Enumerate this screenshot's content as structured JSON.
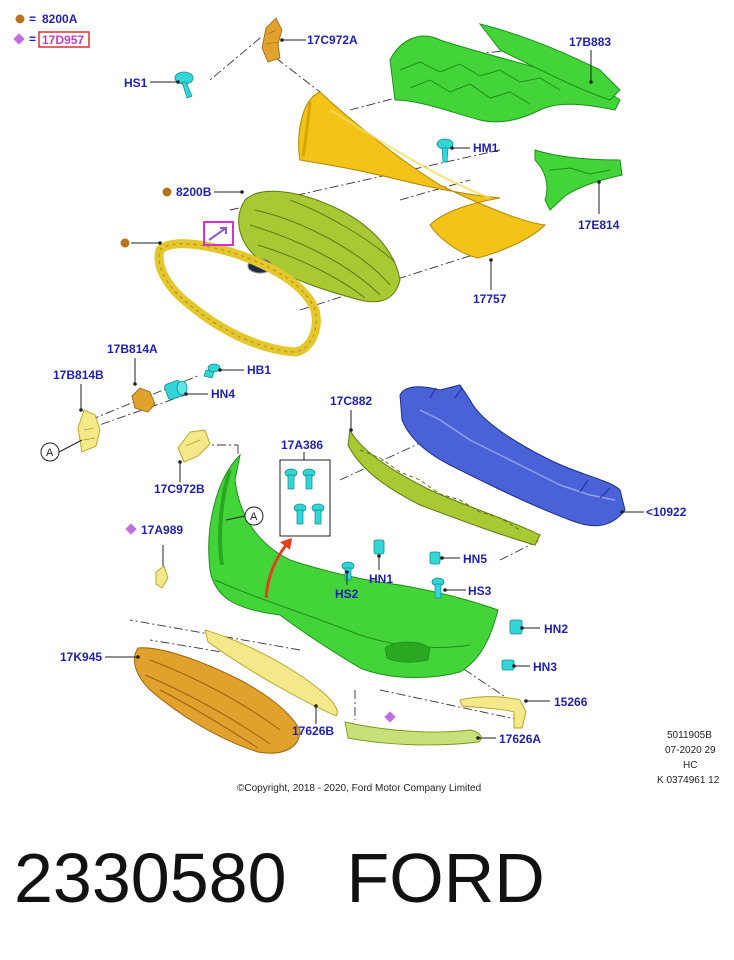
{
  "legend": [
    {
      "symbol": "brown-dot",
      "eq": "=",
      "code": "8200A",
      "color": "#b8731c"
    },
    {
      "symbol": "purple-diamond",
      "eq": "=",
      "code": "17D957",
      "color": "#c06ee0",
      "boxed": true
    }
  ],
  "parts": {
    "p17C972A": "17C972A",
    "p17B883": "17B883",
    "pHS1": "HS1",
    "pHM1": "HM1",
    "p8200B": "8200B",
    "p17E814": "17E814",
    "p17757": "17757",
    "p17B814A": "17B814A",
    "p17B814B": "17B814B",
    "pHB1": "HB1",
    "pHN4": "HN4",
    "p17C882": "17C882",
    "p17A386": "17A386",
    "p17C972B": "17C972B",
    "p10922": "<10922",
    "p17A989": "17A989",
    "pHN5": "HN5",
    "pHN1": "HN1",
    "pHS3": "HS3",
    "pHS2": "HS2",
    "pHN2": "HN2",
    "pHN3": "HN3",
    "p17K945": "17K945",
    "p15266": "15266",
    "p17626B": "17626B",
    "p17626A": "17626A"
  },
  "callouts": {
    "a1": "A",
    "a2": "A"
  },
  "meta": {
    "line1": "5011905B",
    "line2": "07-2020 29",
    "line3": "HC",
    "line4": "K 0374961 12"
  },
  "copyright": "©Copyright, 2018 - 2020, Ford Motor Company Limited",
  "footer": {
    "part_number": "2330580",
    "brand": "FORD"
  },
  "colors": {
    "label": "#1f1fb0",
    "green": "#43d43a",
    "yellow": "#f3c318",
    "olive": "#a9c934",
    "blue": "#4a62d8",
    "cyan": "#32d6d6",
    "orange": "#e0a22c",
    "pale_yellow": "#f3e88a",
    "magenta": "#d630d0"
  }
}
